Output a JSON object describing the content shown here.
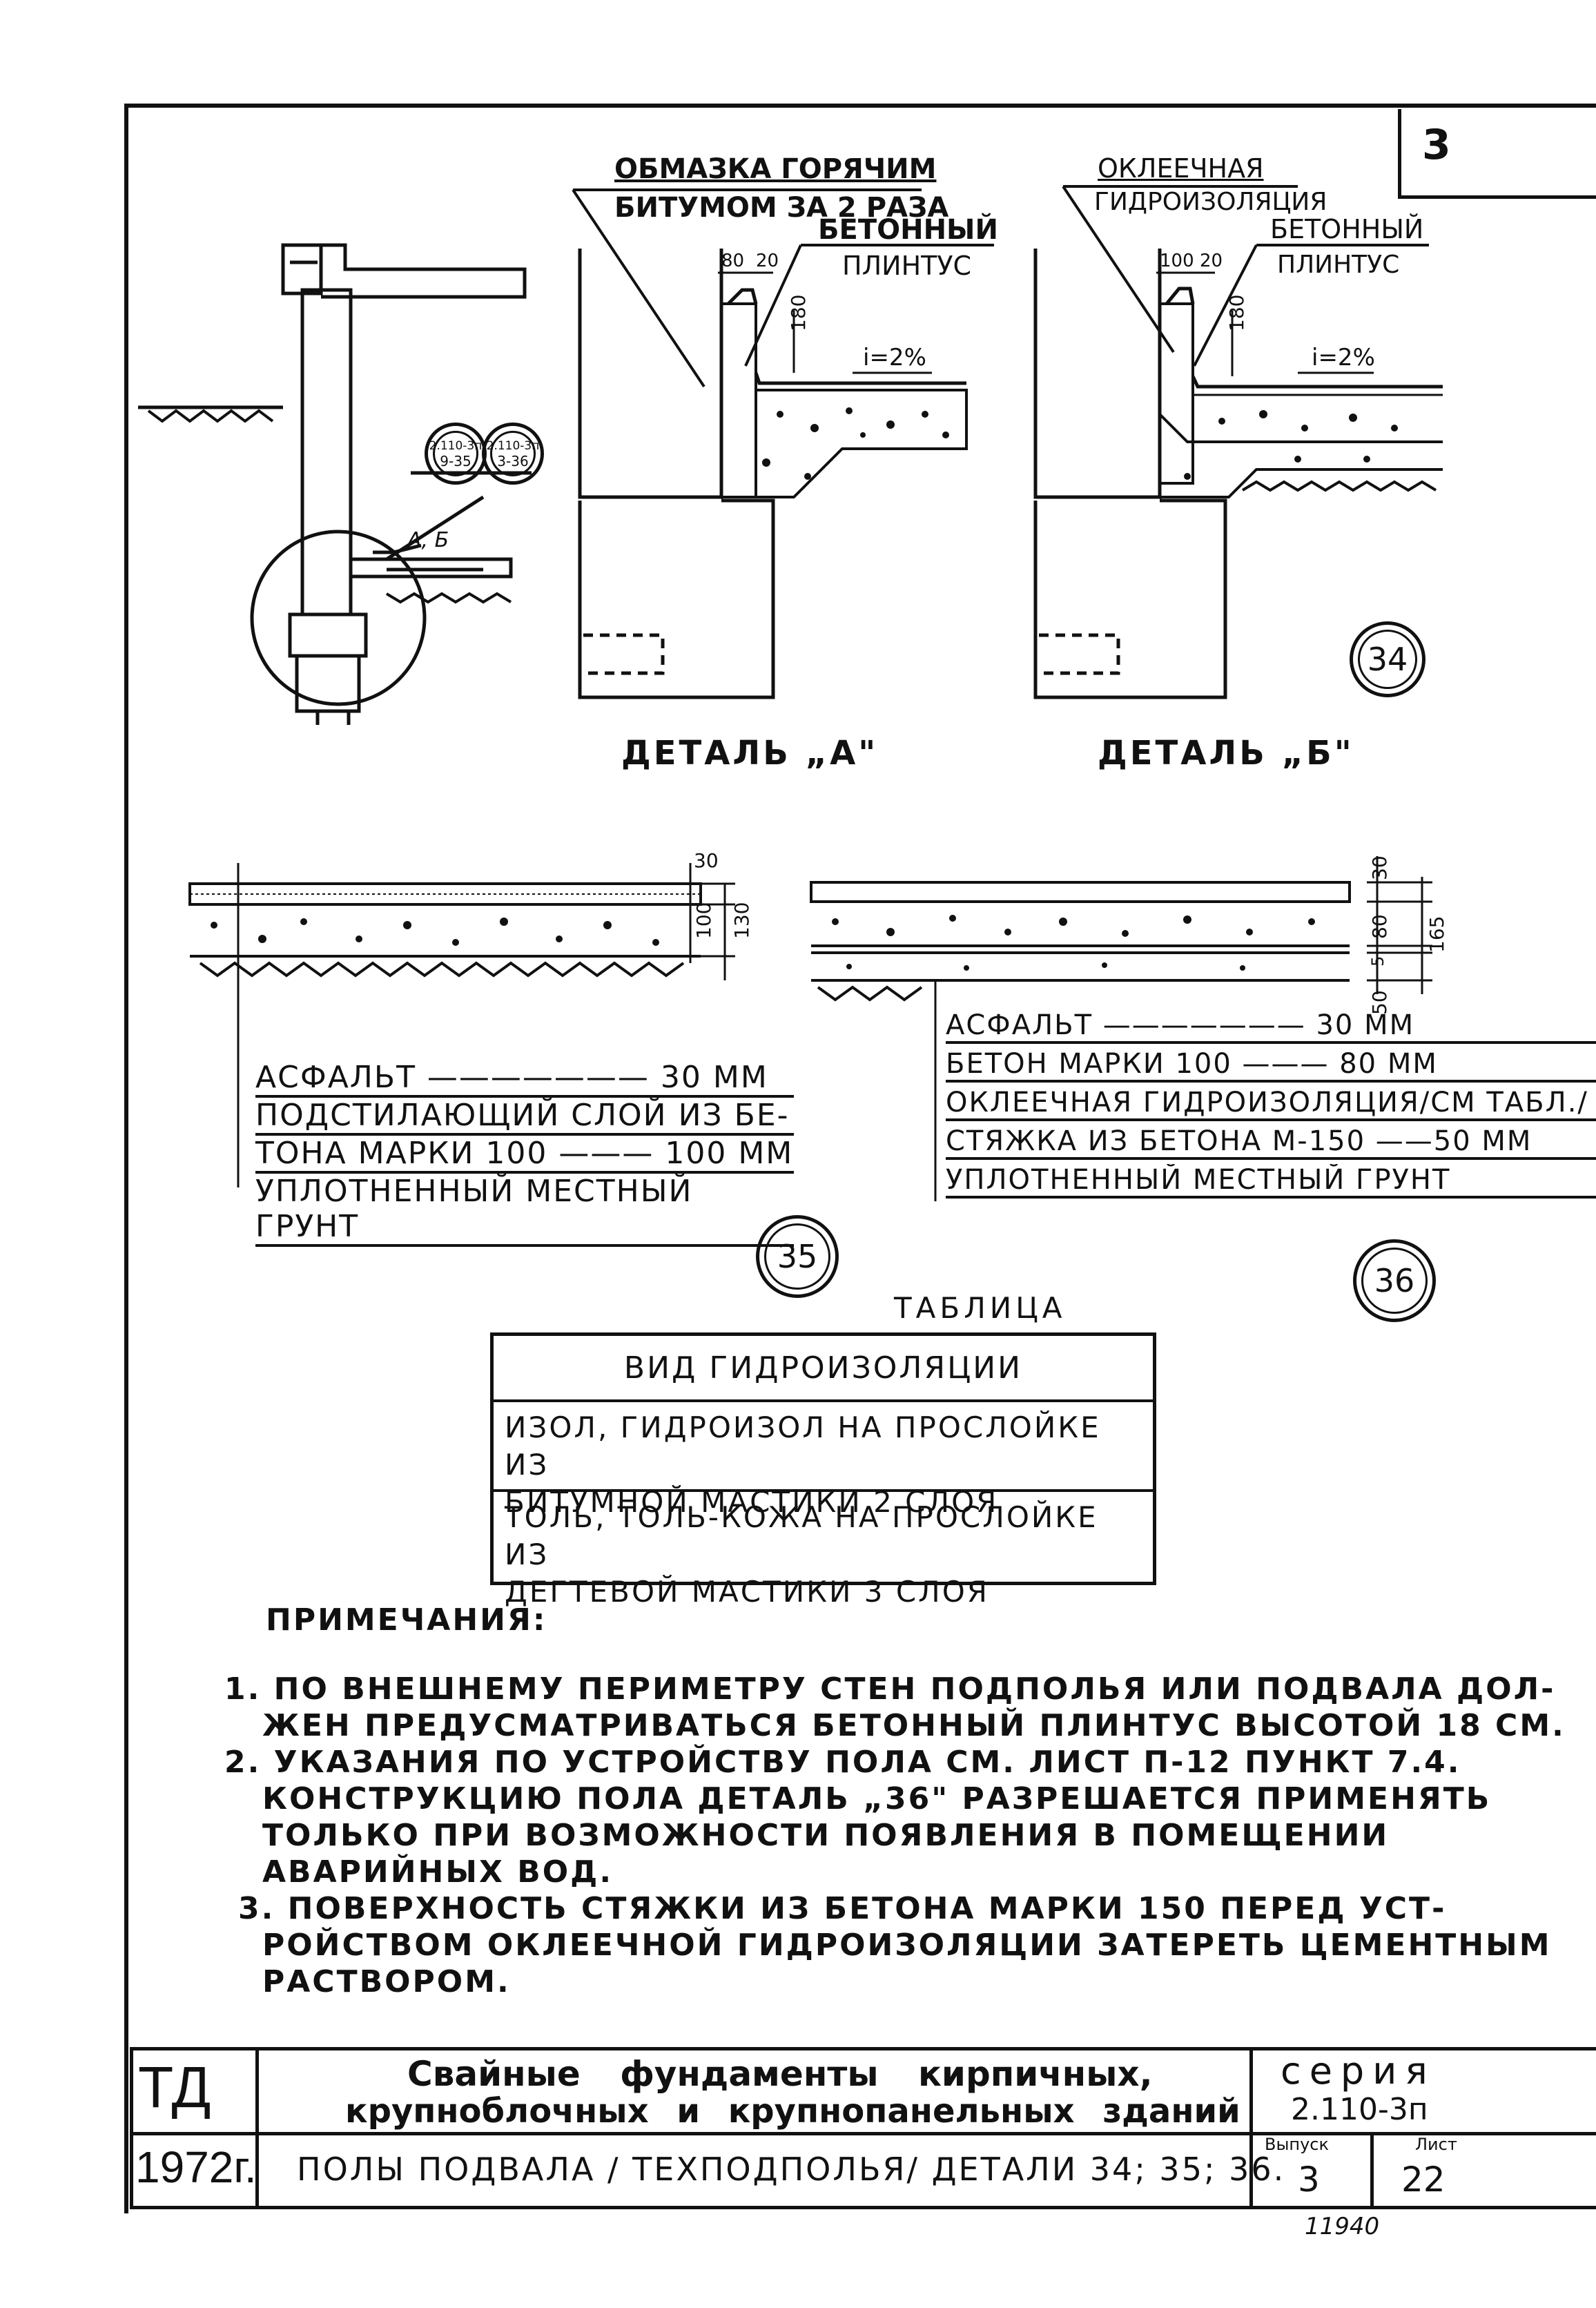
{
  "sheet_corner": "3",
  "detail_a": {
    "callout1_line1": "ОБМАЗКА ГОРЯЧИМ",
    "callout1_line2": "БИТУМОМ ЗА 2 РАЗА",
    "callout2_line1": "БЕТОННЫЙ",
    "callout2_line2": "ПЛИНТУС",
    "dim_80": "80",
    "dim_20": "20",
    "dim_180": "180",
    "slope": "i=2%",
    "caption": "ДЕТАЛЬ „А\""
  },
  "detail_b": {
    "callout1_line1": "ОКЛЕЕЧНАЯ",
    "callout1_line2": "ГИДРОИЗОЛЯЦИЯ",
    "callout2_line1": "БЕТОННЫЙ",
    "callout2_line2": "ПЛИНТУС",
    "dim_100": "100",
    "dim_20": "20",
    "dim_180": "180",
    "slope": "i=2%",
    "caption": "ДЕТАЛЬ „Б\"",
    "circle": "34"
  },
  "overview": {
    "ref1_top": "2.110-3п",
    "ref1_bottom": "9-35",
    "ref2_top": "2.110-3п",
    "ref2_bottom": "3-36",
    "label": "А, Б"
  },
  "floor_35": {
    "dim_30": "30",
    "dim_100": "100",
    "dim_130": "130",
    "layers": [
      "АСФАЛЬТ ——————— 30 ММ",
      "ПОДСТИЛАЮЩИЙ СЛОЙ ИЗ БЕ-",
      "ТОНА МАРКИ 100 ——— 100 ММ",
      "УПЛОТНЕННЫЙ МЕСТНЫЙ ГРУНТ"
    ],
    "circle": "35"
  },
  "floor_36": {
    "dim_30": "30",
    "dim_80": "80",
    "dim_5": "5",
    "dim_50": "50",
    "dim_165": "165",
    "layers": [
      "АСФАЛЬТ ——————— 30 ММ",
      "БЕТОН МАРКИ 100 ——— 80 ММ",
      "ОКЛЕЕЧНАЯ ГИДРОИЗОЛЯЦИЯ/СМ ТАБЛ./",
      "СТЯЖКА ИЗ БЕТОНА М-150 ——50 ММ",
      "УПЛОТНЕННЫЙ МЕСТНЫЙ ГРУНТ"
    ],
    "circle": "36"
  },
  "table": {
    "title": "ТАБЛИЦА",
    "header": "ВИД ГИДРОИЗОЛЯЦИИ",
    "row1_line1": "ИЗОЛ, ГИДРОИЗОЛ НА ПРОСЛОЙКЕ ИЗ",
    "row1_line2": "БИТУМНОЙ МАСТИКИ 2 СЛОЯ",
    "row2_line1": "ТОЛЬ, ТОЛЬ-КОЖА НА ПРОСЛОЙКЕ ИЗ",
    "row2_line2": "ДЕГТЕВОЙ МАСТИКИ 3 СЛОЯ"
  },
  "notes": {
    "heading": "ПРИМЕЧАНИЯ:",
    "lines": [
      "1. ПО ВНЕШНЕМУ ПЕРИМЕТРУ СТЕН ПОДПОЛЬЯ ИЛИ ПОДВАЛА ДОЛ-",
      "ЖЕН ПРЕДУСМАТРИВАТЬСЯ БЕТОННЫЙ ПЛИНТУС ВЫСОТОЙ 18 СМ.",
      "2. УКАЗАНИЯ ПО УСТРОЙСТВУ ПОЛА СМ. ЛИСТ П-12 ПУНКТ 7.4.",
      "КОНСТРУКЦИЮ ПОЛА ДЕТАЛЬ „36\" РАЗРЕШАЕТСЯ ПРИМЕНЯТЬ",
      "ТОЛЬКО ПРИ ВОЗМОЖНОСТИ ПОЯВЛЕНИЯ В ПОМЕЩЕНИИ",
      "АВАРИЙНЫХ ВОД.",
      "3. ПОВЕРХНОСТЬ СТЯЖКИ ИЗ БЕТОНА МАРКИ 150 ПЕРЕД УСТ-",
      "РОЙСТВОМ ОКЛЕЕЧНОЙ ГИДРОИЗОЛЯЦИИ ЗАТЕРЕТЬ ЦЕМЕНТНЫМ",
      "РАСТВОРОМ."
    ]
  },
  "title_block": {
    "org": "ТД",
    "year": "1972г.",
    "title_line1": "Свайные фундаменты кирпичных,",
    "title_line2": "крупноблочных и крупнопанельных зданий",
    "subtitle": "ПОЛЫ ПОДВАЛА / ТЕХПОДПОЛЬЯ/ ДЕТАЛИ 34; 35; 36.",
    "series_label": "серия",
    "series_value": "2.110-3п",
    "issue_label": "Выпуск",
    "issue_value": "3",
    "sheet_label": "Лист",
    "sheet_value": "22",
    "inventory": "11940"
  }
}
